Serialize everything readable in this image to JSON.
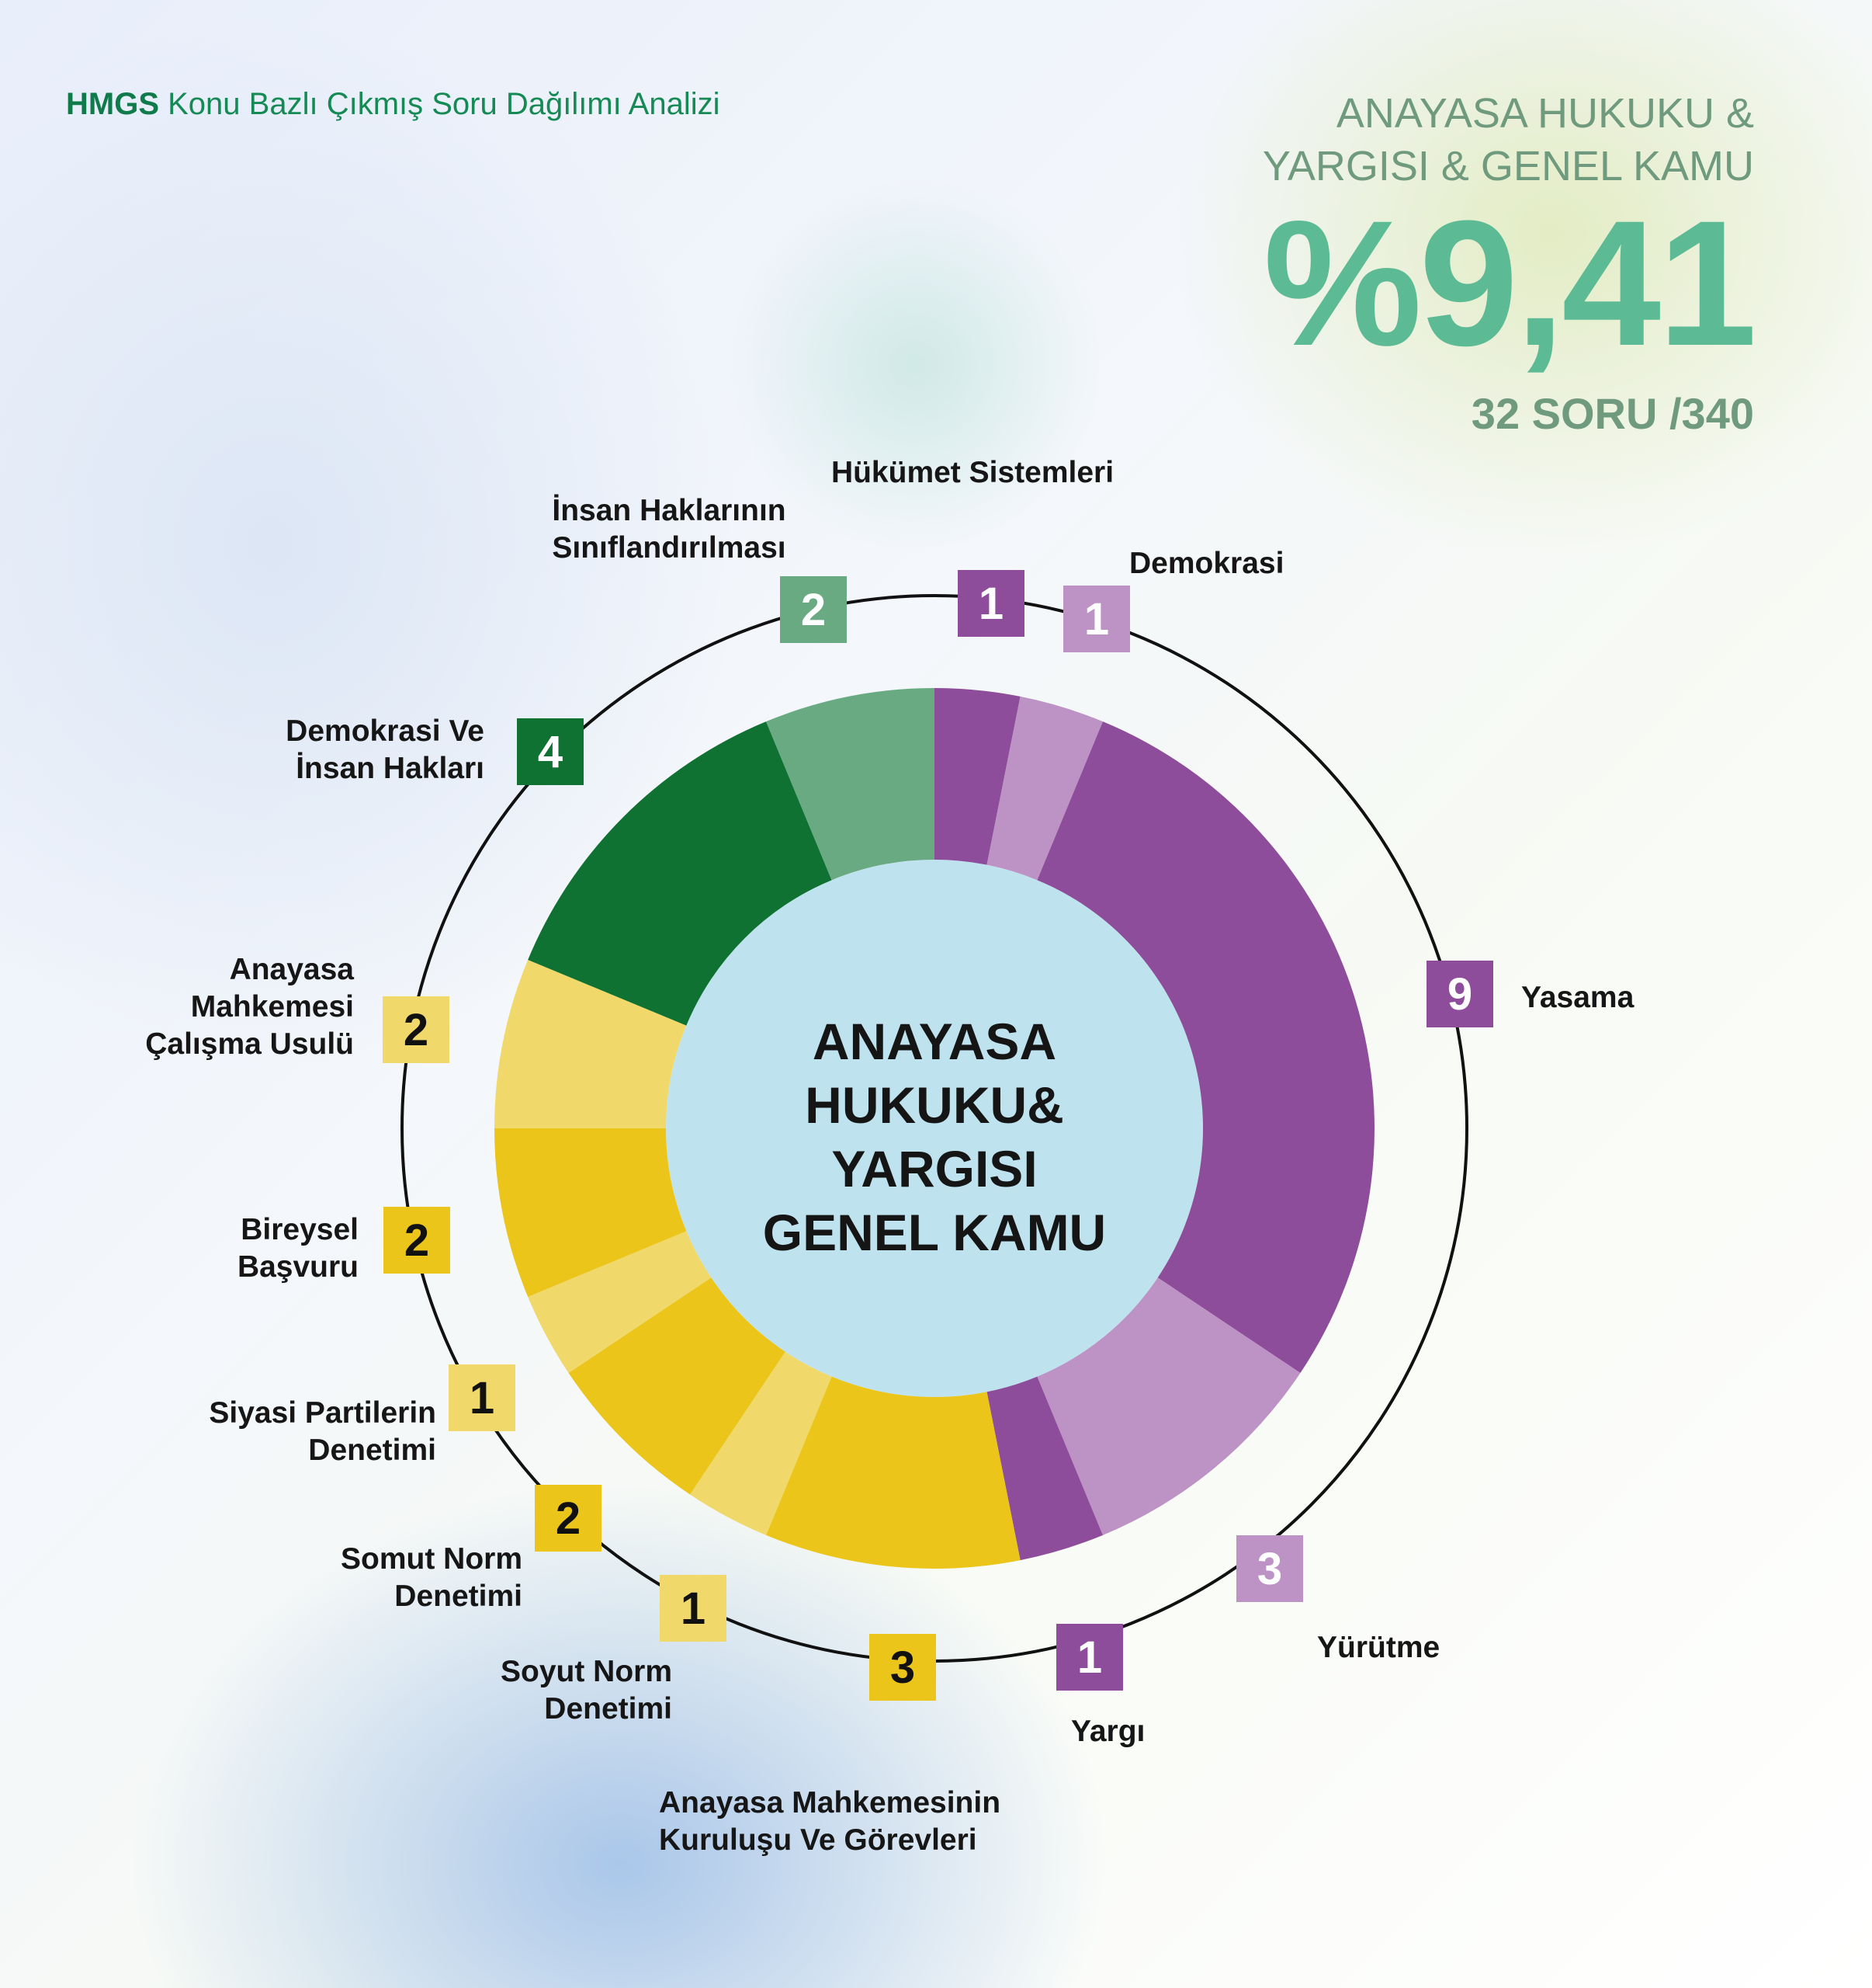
{
  "header": {
    "brand": "HMGS",
    "subtitle": "Konu Bazlı Çıkmış Soru Dağılımı Analizi"
  },
  "summary": {
    "category_line1": "ANAYASA HUKUKU &",
    "category_line2": "YARGISI & GENEL KAMU",
    "percent": "%9,41",
    "count": "32 SORU /340"
  },
  "center_label": [
    "ANAYASA",
    "HUKUKU&",
    "YARGISI",
    "GENEL KAMU"
  ],
  "colors": {
    "purple": "#8e4d9a",
    "light_purple": "#bd93c5",
    "dark_green": "#0f7132",
    "light_green": "#6aaa82",
    "yellow": "#ecc51a",
    "light_yellow": "#f0d96a"
  },
  "chart_data": {
    "type": "pie",
    "variant": "donut",
    "total": 32,
    "slices": [
      {
        "label": "Hükümet Sistemleri",
        "value": 1,
        "color": "#8e4d9a"
      },
      {
        "label": "Demokrasi",
        "value": 1,
        "color": "#bd93c5"
      },
      {
        "label": "Yasama",
        "value": 9,
        "color": "#8e4d9a"
      },
      {
        "label": "Yürütme",
        "value": 3,
        "color": "#bd93c5"
      },
      {
        "label": "Yargı",
        "value": 1,
        "color": "#8e4d9a"
      },
      {
        "label": "Anayasa Mahkemesinin\nKuruluşu Ve Görevleri",
        "value": 3,
        "color": "#ecc51a"
      },
      {
        "label": "Soyut Norm\nDenetimi",
        "value": 1,
        "color": "#f0d96a"
      },
      {
        "label": "Somut Norm\nDenetimi",
        "value": 2,
        "color": "#ecc51a"
      },
      {
        "label": "Siyasi Partilerin\nDenetimi",
        "value": 1,
        "color": "#f0d96a"
      },
      {
        "label": "Bireysel\nBaşvuru",
        "value": 2,
        "color": "#ecc51a"
      },
      {
        "label": "Anayasa\nMahkemesi\nÇalışma Usulü",
        "value": 2,
        "color": "#f0d96a"
      },
      {
        "label": "Demokrasi Ve\nİnsan Hakları",
        "value": 4,
        "color": "#0f7132"
      },
      {
        "label": "İnsan Haklarının\nSınıflandırılması",
        "value": 2,
        "color": "#6aaa82"
      }
    ]
  }
}
